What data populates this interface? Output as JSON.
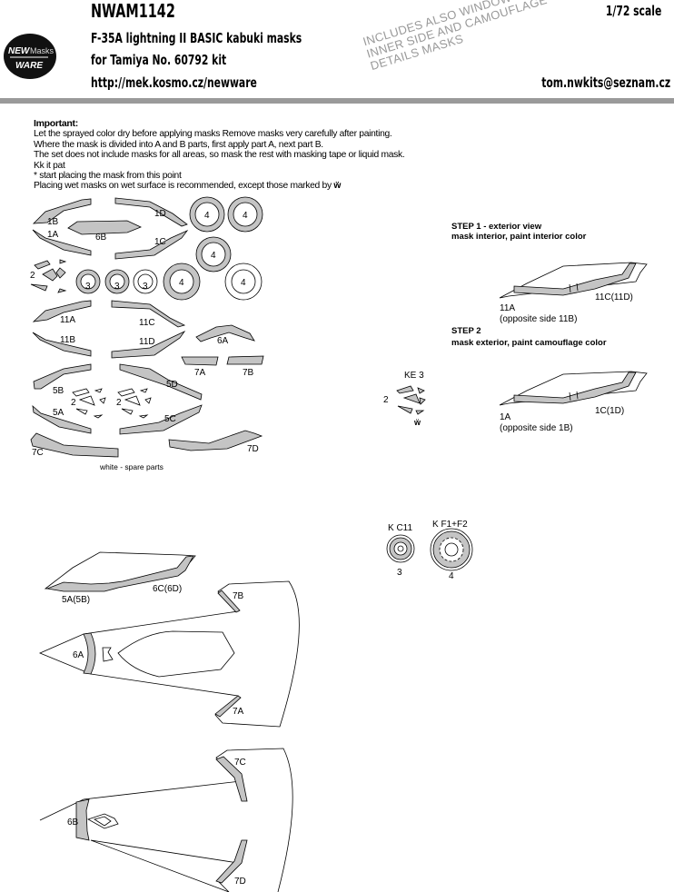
{
  "header": {
    "product_code": "NWAM1142",
    "title": "F-35A lightning II BASIC kabuki masks",
    "kit": "for Tamiya No. 60792 kit",
    "url": "http://mek.kosmo.cz/newware",
    "scale": "1/72 scale",
    "email": "tom.nwkits@seznam.cz",
    "logo_text": "NEW Masks WARE",
    "stamp": [
      "INCLUDES ALSO WINDOWS",
      "INNER SIDE AND CAMOUFLAGE",
      "DETAILS MASKS"
    ]
  },
  "important": {
    "heading": "Important:",
    "lines": [
      "Let the sprayed color dry before applying masks Remove masks very carefully after painting.",
      "Where the mask is divided into A and B parts, first apply part A, next part B.",
      "The set does not include masks for all areas, so mask the rest with masking tape or liquid mask.",
      "Kk it pat",
      "* start placing the mask from this point",
      "Placing wet masks on wet surface is recommended, except those marked by"
    ]
  },
  "sheet": {
    "labels": [
      "1B",
      "1A",
      "6B",
      "1D",
      "1C",
      "4",
      "4",
      "4",
      "4",
      "4",
      "2",
      "3",
      "3",
      "3",
      "11A",
      "11C",
      "11B",
      "11D",
      "6A",
      "7A",
      "7B",
      "5B",
      "5D",
      "5A",
      "5C",
      "2",
      "2",
      "7C",
      "7D"
    ],
    "spare_note": "white - spare parts"
  },
  "steps": {
    "step1_title": "STEP 1 - exterior view",
    "step1_desc": "mask interior, paint interior color",
    "step1_left": "11A",
    "step1_left_note": "(opposite side 11B)",
    "step1_right": "11C(11D)",
    "step2_title": "STEP 2",
    "step2_desc": "mask exterior, paint camouflage color",
    "step2_left": "1A",
    "step2_left_note": "(opposite side 1B)",
    "step2_right": "1C(1D)",
    "ke3": "KE 3",
    "ke3_num": "2"
  },
  "wheels": [
    {
      "part": "K C11",
      "mask": "3"
    },
    {
      "part": "K F1+F2",
      "mask": "4"
    }
  ],
  "placement": {
    "canopy_left": "5A(5B)",
    "canopy_right": "6C(6D)",
    "top_labels": [
      "7B",
      "6A",
      "7A"
    ],
    "bottom_labels": [
      "7C",
      "6B",
      "7D"
    ]
  },
  "colors": {
    "mask": "#c4c4c4",
    "rule": "#9a9a9a",
    "stamp": "#999999"
  }
}
